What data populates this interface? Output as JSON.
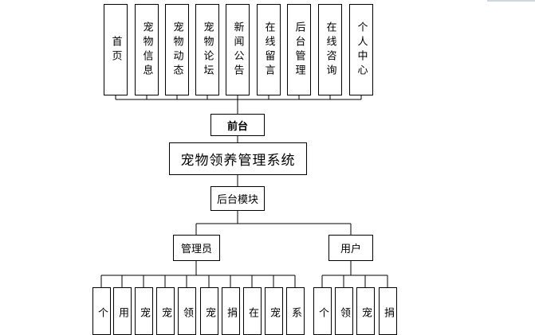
{
  "system_title": "宠物领养管理系统",
  "front": {
    "label": "前台",
    "modules": [
      "首页",
      "宠物信息",
      "宠物动态",
      "宠物论坛",
      "新闻公告",
      "在线留言",
      "后台管理",
      "在线咨询",
      "个人中心"
    ]
  },
  "back": {
    "label": "后台模块",
    "admin": {
      "label": "管理员",
      "modules": [
        "个",
        "用",
        "宠",
        "宠",
        "领",
        "宠",
        "捐",
        "在",
        "宠",
        "系"
      ]
    },
    "user": {
      "label": "用户",
      "modules": [
        "个",
        "领",
        "宠",
        "捐"
      ]
    }
  }
}
